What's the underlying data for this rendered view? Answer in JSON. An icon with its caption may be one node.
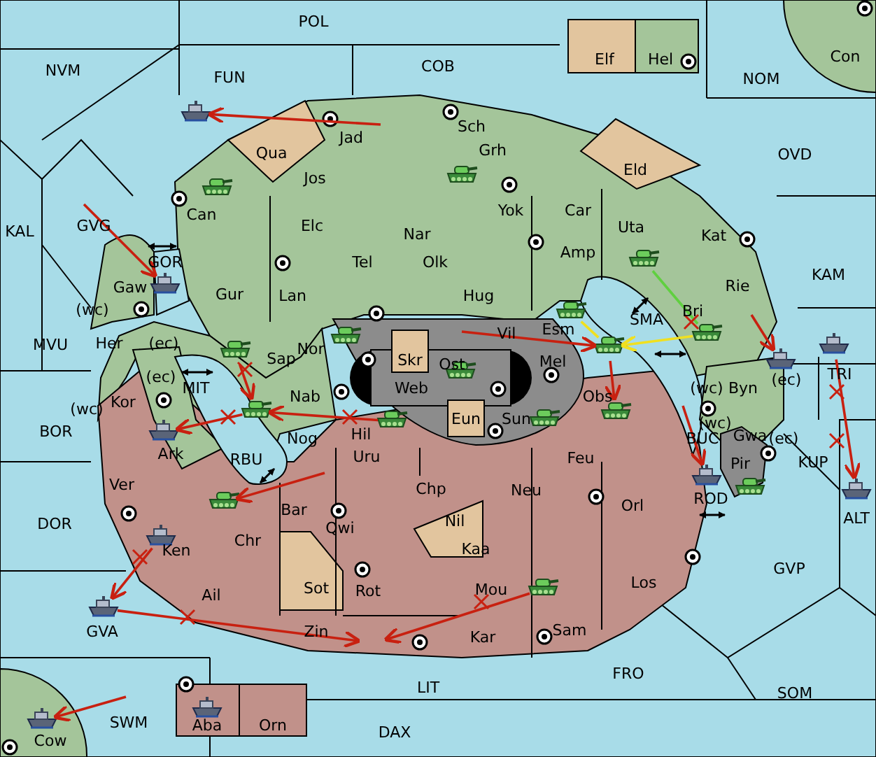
{
  "diagram": {
    "nodes": [
      {
        "text": [],
        "shape": "picture"
      },
      {
        "text": [],
        "shape": "picture"
      },
      {
        "text": [],
        "shape": "picture"
      },
      {
        "text": [],
        "shape": "picture"
      },
      {
        "text": [],
        "shape": "picture"
      },
      {
        "text": [],
        "shape": "picture"
      },
      {
        "text": [],
        "shape": "picture"
      },
      {
        "text": [],
        "shape": "picture"
      },
      {
        "text": [],
        "shape": "picture"
      },
      {
        "text": [],
        "shape": "picture"
      },
      {
        "text": [],
        "shape": "picture"
      },
      {
        "text": [],
        "shape": "picture"
      },
      {
        "text": [],
        "shape": "picture"
      },
      {
        "text": [],
        "shape": "picture"
      },
      {
        "text": [],
        "shape": "picture"
      },
      {
        "text": [],
        "shape": "picture"
      },
      {
        "text": [],
        "shape": "picture"
      },
      {
        "text": [],
        "shape": "picture"
      },
      {
        "text": [],
        "shape": "picture"
      },
      {
        "text": [],
        "shape": "picture"
      },
      {
        "text": [],
        "shape": "picture"
      },
      {
        "text": [],
        "shape": "picture"
      },
      {
        "text": [],
        "shape": "picture"
      },
      {
        "text": [],
        "shape": "picture"
      },
      {
        "text": [],
        "shape": "picture"
      },
      {
        "text": [],
        "shape": "picture"
      },
      {
        "text": [],
        "shape": "picture"
      }
    ],
    "edges": [
      {
        "from": null,
        "to": 0,
        "arrow": "to"
      },
      {
        "from": null,
        "to": 4,
        "arrow": "to"
      },
      {
        "from": 9,
        "to": 13,
        "arrow": "to"
      },
      {
        "from": 15,
        "to": 13,
        "arrow": "to"
      },
      {
        "from": 13,
        "to": 17,
        "arrow": "to"
      },
      {
        "from": null,
        "to": 21,
        "arrow": "to"
      },
      {
        "from": 22,
        "to": 24,
        "arrow": "to"
      },
      {
        "from": 24,
        "to": null,
        "arrow": "to"
      },
      {
        "from": 23,
        "to": null,
        "arrow": "to"
      },
      {
        "from": null,
        "to": 8,
        "arrow": "to"
      },
      {
        "from": 8,
        "to": 14,
        "arrow": "to"
      },
      {
        "from": null,
        "to": 10,
        "arrow": "to"
      },
      {
        "from": null,
        "to": 18,
        "arrow": "to"
      },
      {
        "from": 11,
        "to": 20,
        "arrow": "to"
      },
      {
        "from": null,
        "to": 26,
        "arrow": "to"
      },
      {
        "from": 7,
        "to": 8,
        "arrow": "to",
        "color": "#f0e020"
      },
      {
        "from": 5,
        "to": 8,
        "arrow": "none",
        "color": "#f0e020"
      },
      {
        "from": 3,
        "to": 7,
        "arrow": "none",
        "color": "#60d040"
      }
    ],
    "labels": [
      "POL",
      "NVM",
      "FUN",
      "COB",
      "Elf",
      "Hel",
      "NOM",
      "Con",
      "Jad",
      "Sch",
      "OVD",
      "Qua",
      "Grh",
      "Eld",
      "Jos",
      "Can",
      "Yok",
      "Car",
      "Uta",
      "KAL",
      "GVG",
      "Elc",
      "Kat",
      "Nar",
      "Amp",
      "GOR",
      "Tel",
      "Olk",
      "KAM",
      "Gaw",
      "Gur",
      "Lan",
      "Hug",
      "Rie",
      "Bri",
      "SMA",
      "(wc)",
      "Vil",
      "Esm",
      "MVU",
      "Her",
      "(ec)",
      "Nor",
      "Sap",
      "Skr",
      "Mel",
      "Ost",
      "(ec)",
      "TRI",
      "(ec)",
      "Web",
      "MIT",
      "(wc)",
      "Byn",
      "Kor",
      "Obs",
      "Nab",
      "(wc)",
      "BOR",
      "Eun",
      "Sun",
      "Hil",
      "Nog",
      "(wc)",
      "Gwa",
      "BUC",
      "(ec)",
      "Ark",
      "Uru",
      "RBU",
      "Feu",
      "Pir",
      "KUP",
      "Chp",
      "Neu",
      "Ver",
      "ROD",
      "Orl",
      "Bar",
      "ALT",
      "Nil",
      "Qwi",
      "DOR",
      "Chr",
      "Ken",
      "Kaa",
      "GVP",
      "Los",
      "Sot",
      "Rot",
      "Ail",
      "Mou",
      "GVA",
      "Sam",
      "Zin",
      "Kar",
      "FRO",
      "LIT",
      "SOM",
      "SWM",
      "Aba",
      "Orn",
      "DAX",
      "Cow"
    ]
  }
}
